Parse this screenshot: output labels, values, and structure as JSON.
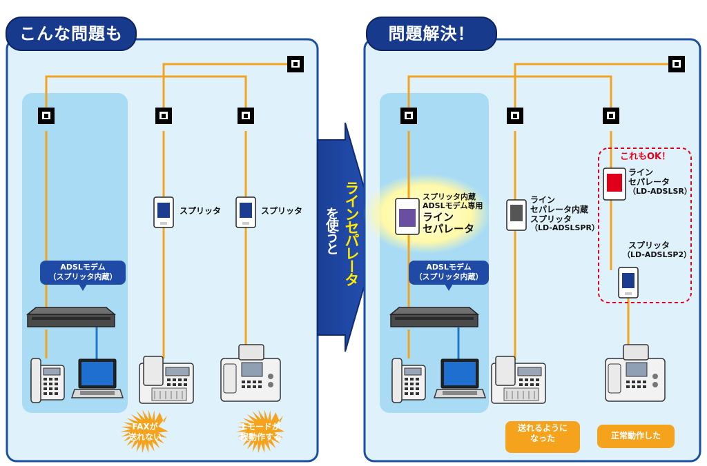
{
  "colors": {
    "line": "#f3a31c",
    "panel_bg": "#dff1fb",
    "panel_border": "#1b4ea0",
    "badge": "#173a8c",
    "orange": "#f5a21c",
    "red": "#e1001a",
    "arrow": "#1a3f95"
  },
  "left": {
    "title": "こんな問題も",
    "modem_bubble": [
      "ADSLモデム",
      "（スプリッタ内蔵）"
    ],
    "splitter_label_1": "スプリッタ",
    "splitter_label_2": "スプリッタ",
    "problem_1": [
      "FAXが",
      "送れない"
    ],
    "problem_2": [
      "Lモードが",
      "誤動作する"
    ]
  },
  "arrow": {
    "text_1": "ラインセパレータ",
    "text_2": "を使うと"
  },
  "right": {
    "title": "問題解決！",
    "modem_bubble": [
      "ADSLモデム",
      "（スプリッタ内蔵）"
    ],
    "highlight_label": [
      "スプリッタ内蔵",
      "ADSLモデム専用"
    ],
    "highlight_name": [
      "ライン",
      "セパレータ"
    ],
    "mid_label": [
      "ライン",
      "セパレータ内蔵",
      "スプリッタ",
      "（LD-ADSLSPR）"
    ],
    "ok_title": "これもOK！",
    "red_label": [
      "ライン",
      "セパレータ",
      "（LD-ADSLSR）"
    ],
    "sp_label": [
      "スプリッタ",
      "（LD-ADSLSP2）"
    ],
    "result_1": [
      "送れるように",
      "なった"
    ],
    "result_2": "正常動作した"
  }
}
